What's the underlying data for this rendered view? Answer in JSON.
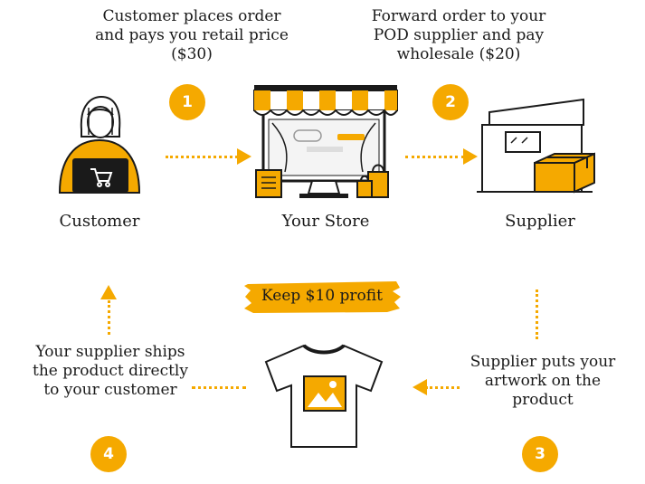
{
  "steps": [
    {
      "number": "1",
      "text": "Customer places order and pays you retail price ($30)"
    },
    {
      "number": "2",
      "text": "Forward order to your POD supplier and pay wholesale ($20)"
    },
    {
      "number": "3",
      "text": "Supplier puts your artwork on the product"
    },
    {
      "number": "4",
      "text": "Your supplier ships the product directly to your customer"
    }
  ],
  "nodes": {
    "customer": "Customer",
    "store": "Your Store",
    "supplier": "Supplier"
  },
  "profit": "Keep $10 profit",
  "colors": {
    "accent": "#f5a900",
    "ink": "#1a1a1a"
  }
}
